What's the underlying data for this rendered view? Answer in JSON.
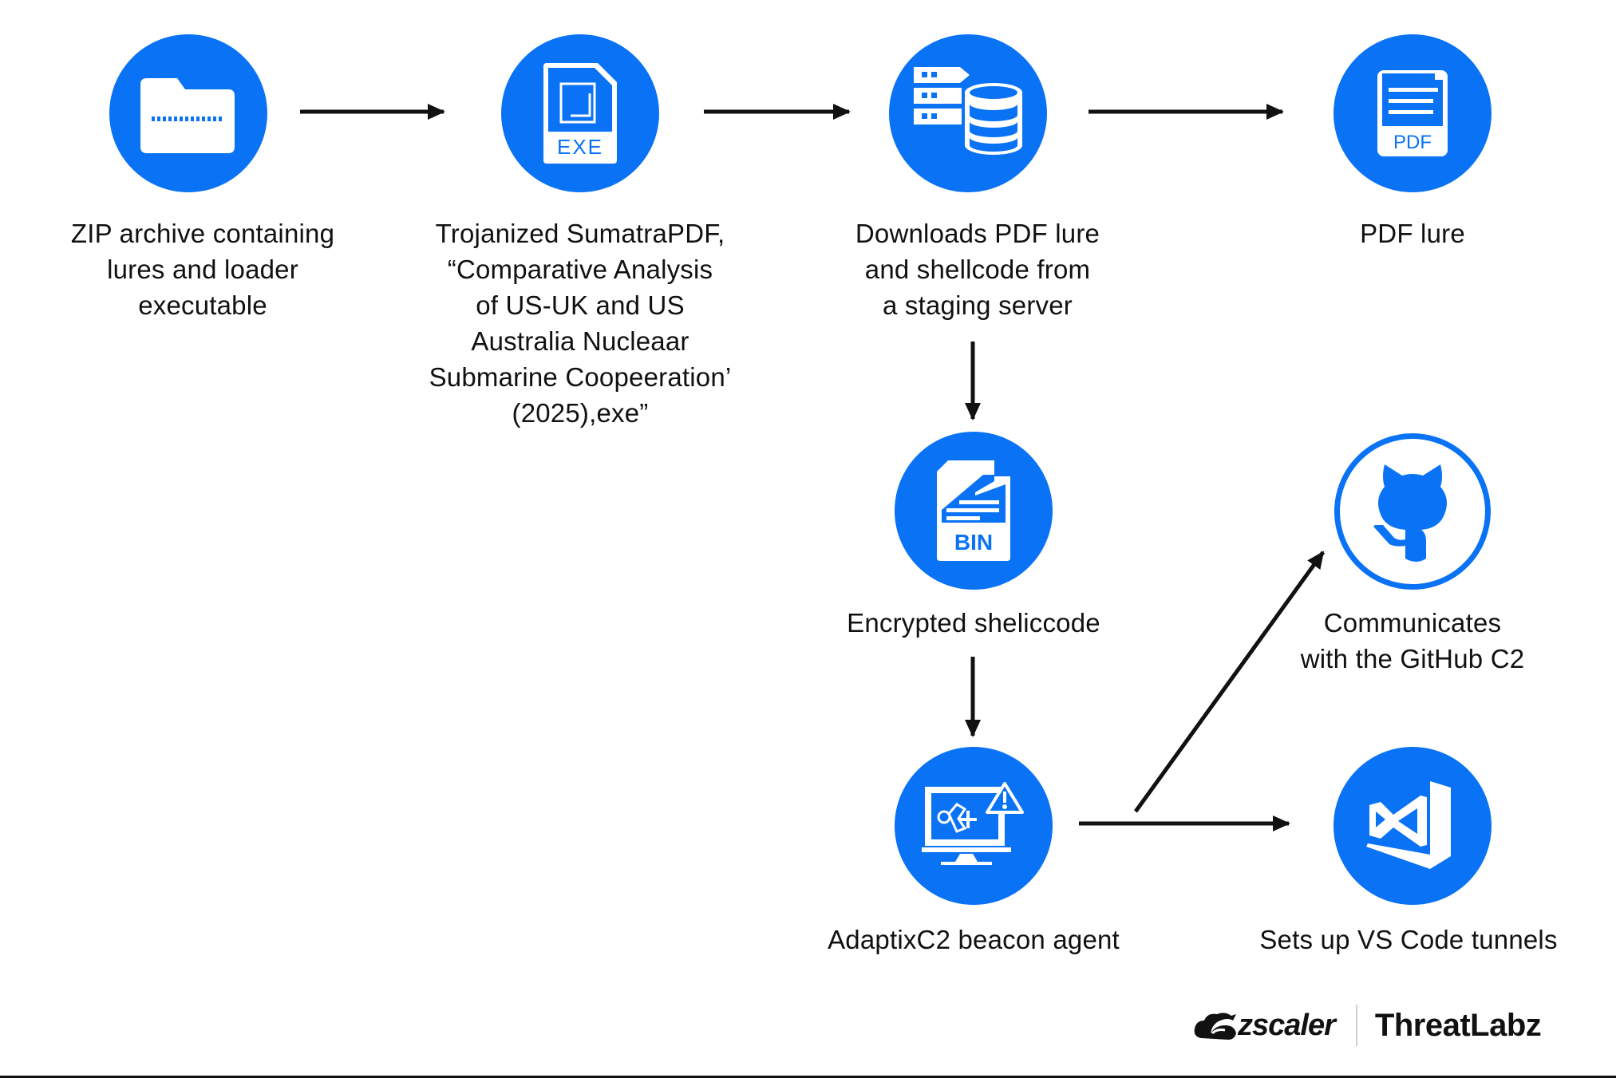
{
  "diagram": {
    "accent_color": "#0a73f5",
    "nodes": [
      {
        "id": "zip",
        "icon": "folder-zip-icon",
        "label": "ZIP archive containing\nlures and loader\nexecutable"
      },
      {
        "id": "exe",
        "icon": "exe-file-icon",
        "icon_text": "EXE",
        "label": "Trojanized SumatraPDF,\n“Comparative Analysis\nof US-UK and US\nAustralia Nucleaar\nSubmarine Coopeeration’\n(2025),exe”"
      },
      {
        "id": "staging",
        "icon": "server-database-icon",
        "label": "Downloads PDF lure\nand shellcode from\na staging server"
      },
      {
        "id": "pdf",
        "icon": "pdf-file-icon",
        "icon_text": "PDF",
        "label": "PDF lure"
      },
      {
        "id": "bin",
        "icon": "bin-file-icon",
        "icon_text": "BIN",
        "label": "Encrypted sheliccode"
      },
      {
        "id": "adaptix",
        "icon": "monitor-warning-icon",
        "label": "AdaptixC2 beacon agent"
      },
      {
        "id": "github",
        "icon": "github-octocat-icon",
        "label": "Communicates\nwith the GitHub C2"
      },
      {
        "id": "vscode",
        "icon": "vscode-icon",
        "label": "Sets up VS Code tunnels"
      }
    ],
    "edges": [
      {
        "from": "zip",
        "to": "exe"
      },
      {
        "from": "exe",
        "to": "staging"
      },
      {
        "from": "staging",
        "to": "pdf"
      },
      {
        "from": "staging",
        "to": "bin"
      },
      {
        "from": "bin",
        "to": "adaptix"
      },
      {
        "from": "adaptix",
        "to": "github"
      },
      {
        "from": "adaptix",
        "to": "vscode"
      }
    ]
  },
  "footer": {
    "brand": "zscaler",
    "product": "ThreatLabz"
  }
}
